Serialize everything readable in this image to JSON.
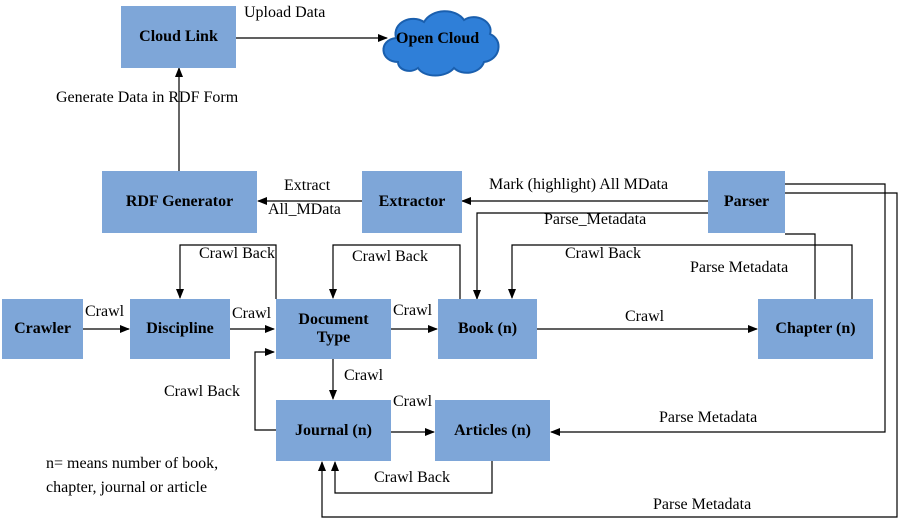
{
  "colors": {
    "box": "#7ea6d8",
    "cloud": "#2f7fd8",
    "line": "#000000"
  },
  "nodes": {
    "cloud_link": "Cloud Link",
    "open_cloud": "Open Cloud",
    "rdf_generator": "RDF Generator",
    "extractor": "Extractor",
    "parser": "Parser",
    "crawler": "Crawler",
    "discipline": "Discipline",
    "document_type_1": "Document",
    "document_type_2": "Type",
    "book": "Book (n)",
    "chapter": "Chapter (n)",
    "journal": "Journal (n)",
    "articles": "Articles (n)"
  },
  "edges": {
    "upload_data": "Upload Data",
    "generate_rdf": "Generate Data in RDF Form",
    "extract_1": "Extract",
    "extract_2": "All_MData",
    "mark_highlight": "Mark (highlight) All MData",
    "parse_metadata_book": "Parse_Metadata",
    "crawl_back_discipline": "Crawl Back",
    "crawl_back_doctype": "Crawl Back",
    "crawl_back_chapter": "Crawl Back",
    "parse_metadata_chapter": "Parse Metadata",
    "crawl_crawler": "Crawl",
    "crawl_discipline": "Crawl",
    "crawl_doctype": "Crawl",
    "crawl_book": "Crawl",
    "crawl_down": "Crawl",
    "crawl_back_journal": "Crawl Back",
    "crawl_journal": "Crawl",
    "parse_metadata_articles": "Parse Metadata",
    "crawl_back_articles": "Crawl Back",
    "parse_metadata_journal": "Parse Metadata"
  },
  "note": {
    "line1": "n= means number of book,",
    "line2": "chapter, journal or article"
  }
}
